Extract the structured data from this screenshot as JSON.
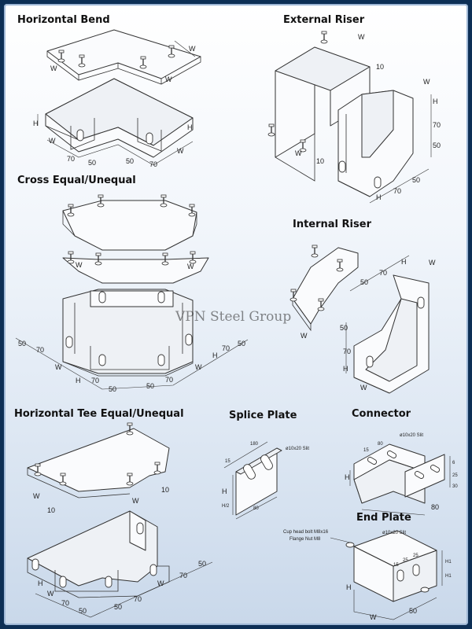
{
  "sections": {
    "horizontal_bend": "Horizontal Bend",
    "external_riser": "External Riser",
    "cross": "Cross Equal/Unequal",
    "internal_riser": "Internal Riser",
    "horizontal_tee": "Horizontal Tee Equal/Unequal",
    "splice_plate": "Splice Plate",
    "connector": "Connector",
    "end_plate": "End Plate"
  },
  "watermark": "VPN Steel Group",
  "dims": {
    "w": "W",
    "h": "H",
    "d10": "10",
    "d50": "50",
    "d70": "70",
    "d15": "15",
    "d80": "80",
    "d180": "180",
    "h2": "H/2",
    "h1": "H1",
    "d25": "25",
    "d30": "30",
    "d6": "6",
    "slit": "ø10x20 Slit",
    "bolt": "Cup head bolt  M8x16",
    "nut": "Flange Nut  M8"
  },
  "colors": {
    "frame": "#0d2f55",
    "background_top": "#ffffff",
    "background_bottom": "#c9d8ea",
    "line": "#333333"
  }
}
